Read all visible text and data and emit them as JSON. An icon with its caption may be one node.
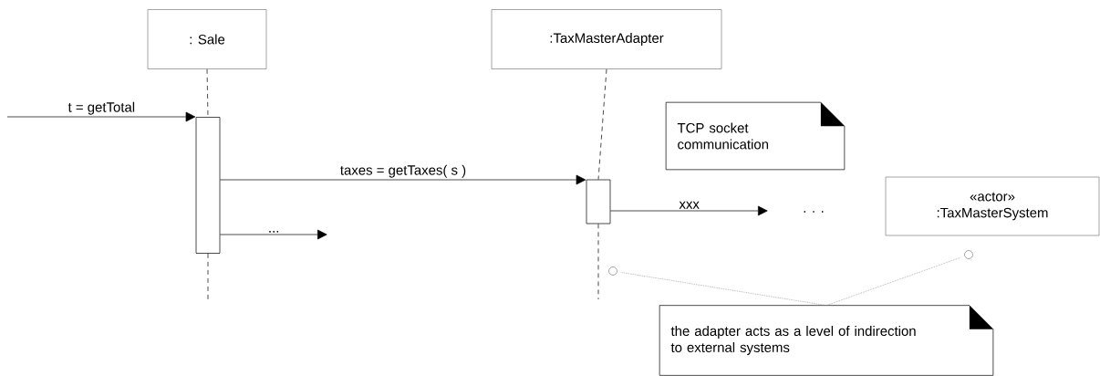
{
  "diagram": {
    "nodes": [
      {
        "text": [
          ": Sale"
        ]
      },
      {
        "text": [
          ":TaxMasterAdapter"
        ]
      },
      {
        "text": [],
        "shape": "bar"
      },
      {
        "text": [],
        "shape": "bar"
      },
      {
        "text": [
          "TCP socket communication"
        ]
      },
      {
        "text": [
          "«actor»",
          ":TaxMasterSystem"
        ]
      },
      {
        "text": [
          "the adapter acts as a level of indirection to external systems"
        ]
      },
      {
        "text": [],
        "shape": "circle"
      },
      {
        "text": [],
        "shape": "circle"
      }
    ],
    "edges": [
      {
        "from": null,
        "to": 2,
        "arrow": "to",
        "label": "t = getTotal"
      },
      {
        "from": 2,
        "to": 3,
        "arrow": "to",
        "label": "taxes = getTaxes( s )"
      },
      {
        "from": 2,
        "to": null,
        "arrow": "to",
        "label": "..."
      },
      {
        "from": 3,
        "to": null,
        "arrow": "to",
        "label": "xxx"
      },
      {
        "from": 6,
        "to": 7,
        "arrow": "none",
        "style": "dashed",
        "color": "#808080"
      },
      {
        "from": 6,
        "to": 8,
        "arrow": "none",
        "style": "dashed",
        "color": "#808080"
      },
      {
        "from": 0,
        "to": 2,
        "arrow": "none",
        "style": "dashed"
      },
      {
        "from": 1,
        "to": 3,
        "arrow": "none",
        "style": "dashed"
      },
      {
        "from": 2,
        "to": null,
        "arrow": "none",
        "style": "dashed"
      },
      {
        "from": 3,
        "to": null,
        "arrow": "none",
        "style": "dashed"
      }
    ],
    "labels": [
      ". . ."
    ]
  }
}
